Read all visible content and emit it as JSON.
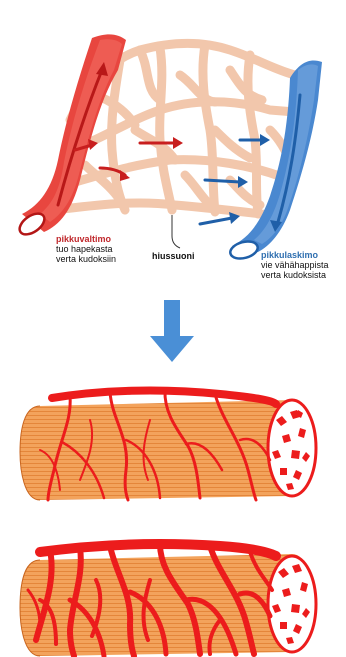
{
  "labels": {
    "artery_title": "pikkuvaltimo",
    "artery_line1": "tuo hapekasta",
    "artery_line2": "verta kudoksiin",
    "capillary": "hiussuoni",
    "vein_title": "pikkulaskimo",
    "vein_line1": "vie vähähappista",
    "vein_line2": "verta kudoksista"
  },
  "colors": {
    "artery": "#e8463f",
    "artery_dark": "#c81e1e",
    "vein": "#4a88d0",
    "vein_dark": "#1f5fa8",
    "capillary": "#f2c7ac",
    "muscle": "#f3a35c",
    "muscle_stripe": "#e07f32",
    "vessel": "#ec1c1c",
    "down_arrow": "#4a8fd6"
  },
  "icons": [
    "down-arrow-icon",
    "flow-arrow-icon"
  ]
}
